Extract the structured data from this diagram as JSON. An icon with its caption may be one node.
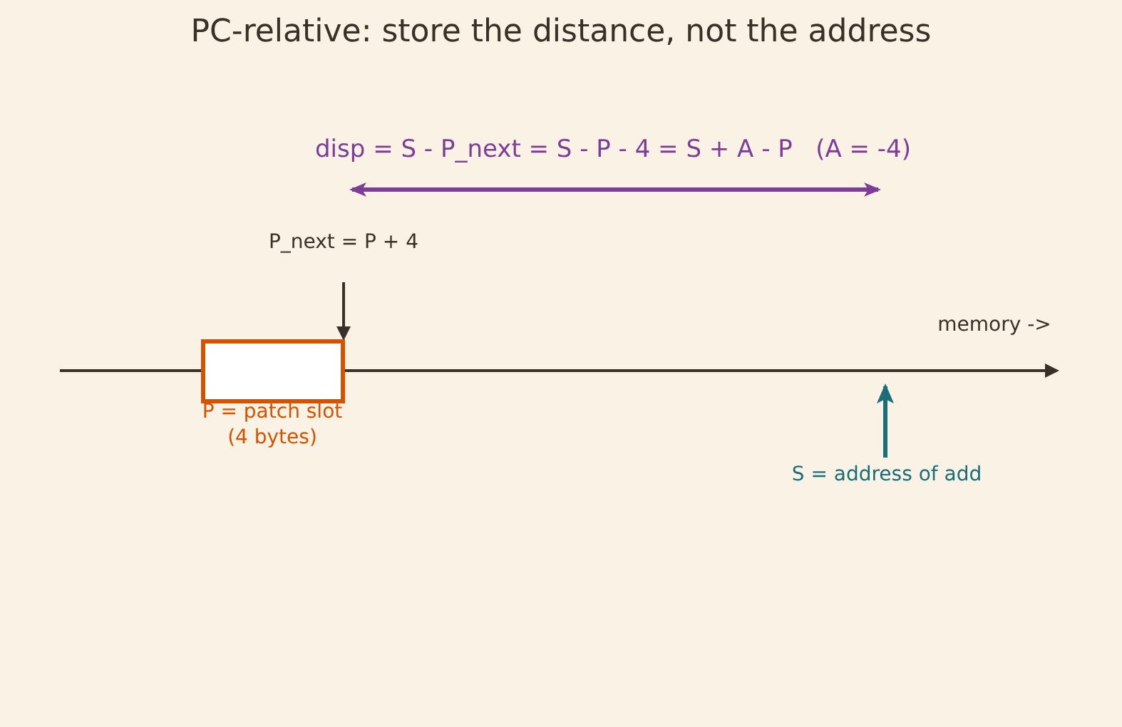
{
  "diagram": {
    "title": "PC-relative: store the distance, not the address",
    "nodes": [
      {
        "text": [
          "P = patch slot (4 bytes)"
        ]
      },
      {
        "text": [
          "P_next = P + 4"
        ]
      },
      {
        "text": [
          "S = address of add"
        ]
      }
    ],
    "edges": [
      {
        "from": 1,
        "to": 0,
        "arrow": "to"
      },
      {
        "from": 2,
        "to": null,
        "arrow": "to"
      }
    ],
    "labels": [
      "disp = S - P_next = S - P - 4 = S + A - P   (A = -4)",
      "memory ->"
    ]
  }
}
